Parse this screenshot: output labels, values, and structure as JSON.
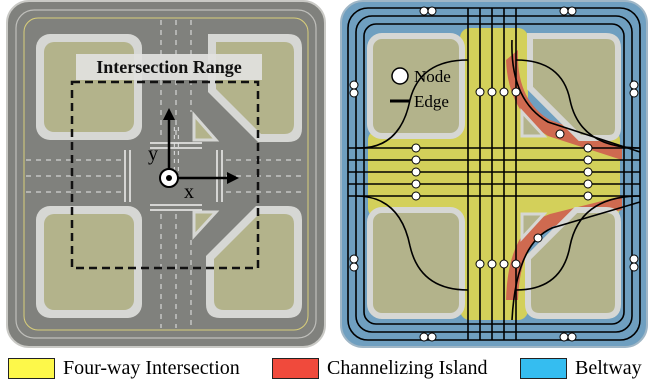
{
  "left_panel": {
    "region_label": "Intersection Range",
    "axis_y_label": "y",
    "axis_x_label": "x"
  },
  "right_panel": {
    "legend_node_label": "Node",
    "legend_edge_label": "Edge"
  },
  "legend": [
    {
      "label": "Four-way Intersection",
      "color": "#fdf84a"
    },
    {
      "label": "Channelizing Island",
      "color": "#f04a3c"
    },
    {
      "label": "Beltway",
      "color": "#35bdf0"
    }
  ],
  "colors": {
    "asphalt": "#7f807c",
    "block_grass": "#b4b48a",
    "block_border": "#d7d8d6",
    "beltway_overlay": "#6f9fc0",
    "intersection_overlay": "#d3d05a",
    "island_overlay": "#cf6a50",
    "edge_line": "#000000"
  },
  "icons": [
    "origin-marker-icon",
    "node-icon",
    "edge-icon"
  ]
}
